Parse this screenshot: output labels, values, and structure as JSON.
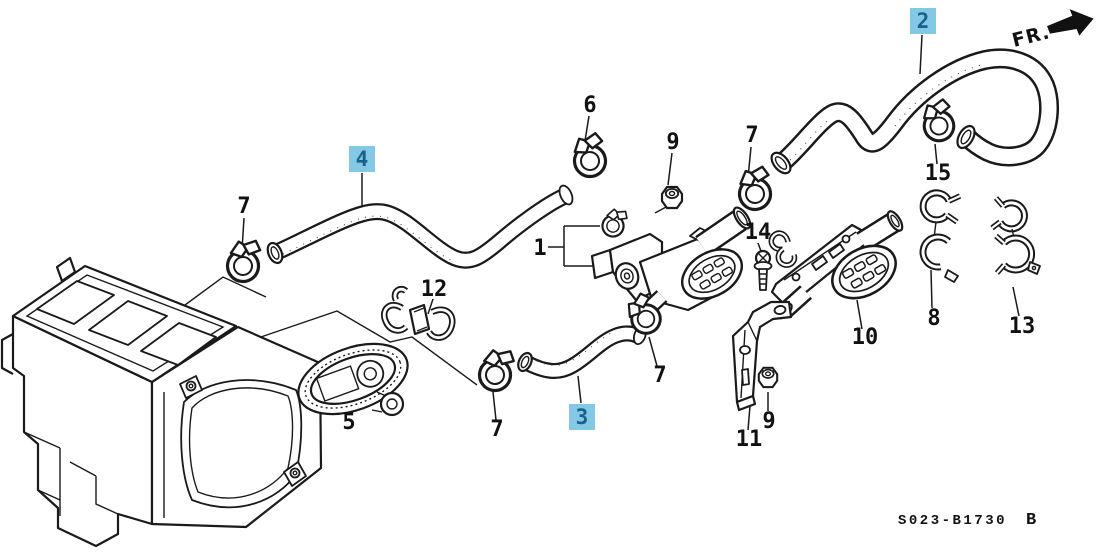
{
  "diagram": {
    "fr_label": "FR.",
    "footer": {
      "code": "S023-B1730",
      "suffix": "B"
    },
    "colors": {
      "highlight_bg": "#85C8E6",
      "highlight_fg": "#17618C",
      "line": "#1a1a1a",
      "background": "#ffffff"
    },
    "callouts": [
      {
        "num": "1",
        "highlighted": false
      },
      {
        "num": "2",
        "highlighted": true
      },
      {
        "num": "3",
        "highlighted": true
      },
      {
        "num": "4",
        "highlighted": true
      },
      {
        "num": "5",
        "highlighted": false
      },
      {
        "num": "6",
        "highlighted": false
      },
      {
        "num": "7",
        "highlighted": false
      },
      {
        "num": "7",
        "highlighted": false
      },
      {
        "num": "7",
        "highlighted": false
      },
      {
        "num": "7",
        "highlighted": false
      },
      {
        "num": "8",
        "highlighted": false
      },
      {
        "num": "9",
        "highlighted": false
      },
      {
        "num": "9",
        "highlighted": false
      },
      {
        "num": "10",
        "highlighted": false
      },
      {
        "num": "11",
        "highlighted": false
      },
      {
        "num": "12",
        "highlighted": false
      },
      {
        "num": "13",
        "highlighted": false
      },
      {
        "num": "14",
        "highlighted": false
      },
      {
        "num": "15",
        "highlighted": false
      }
    ]
  }
}
